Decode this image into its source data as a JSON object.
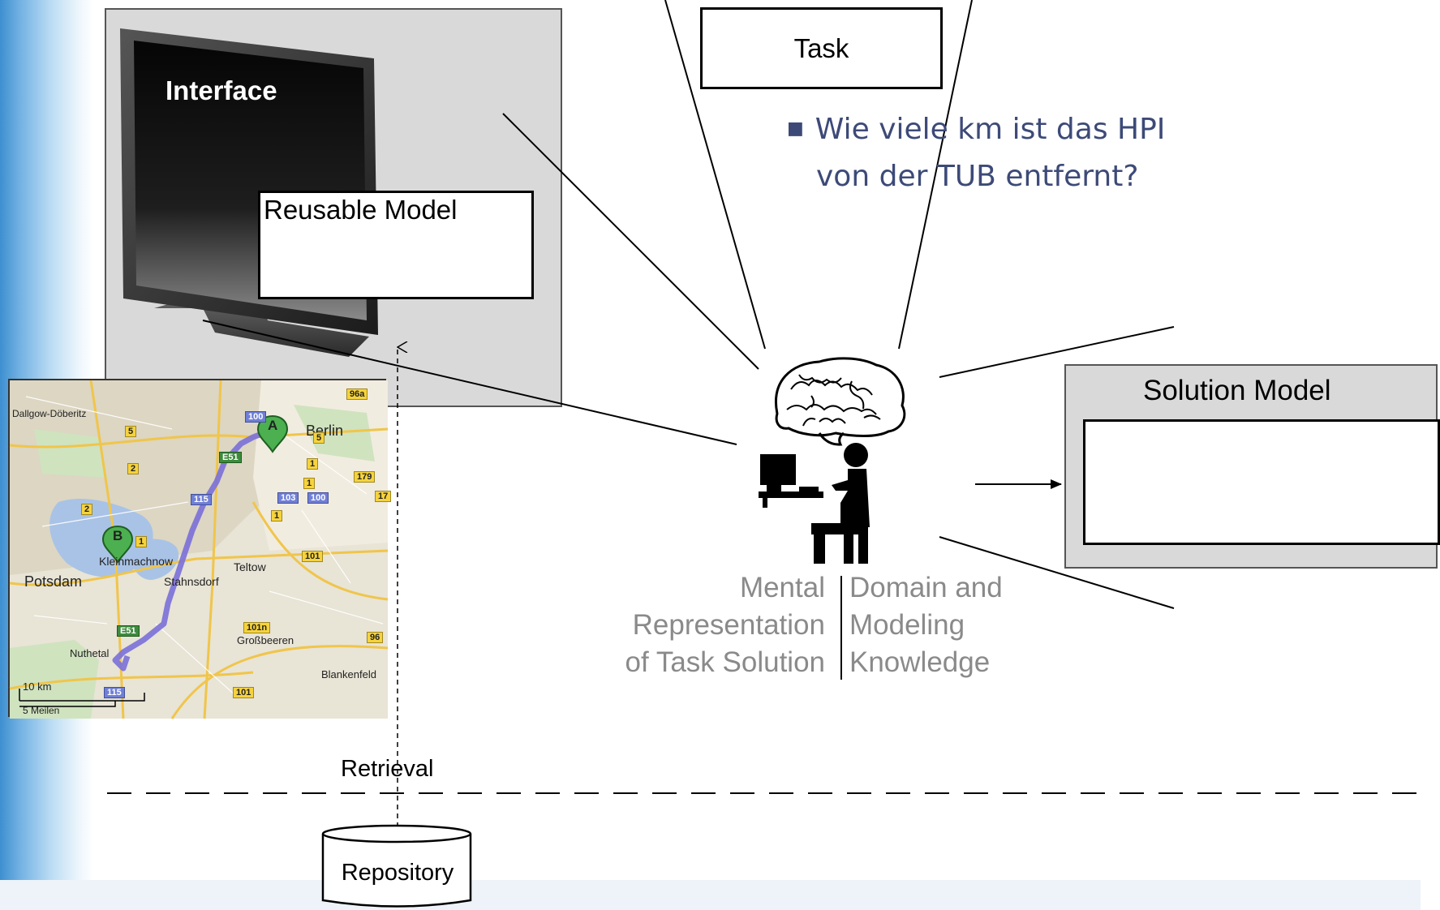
{
  "diagram": {
    "interface": {
      "label": "Interface"
    },
    "reusable_model": {
      "title": "Reusable Model"
    },
    "task": {
      "label": "Task",
      "question_line1": "Wie viele km ist das HPI",
      "question_line2": "von der TUB entfernt?"
    },
    "solution_model": {
      "title": "Solution Model"
    },
    "mental_representation": [
      "Mental",
      "Representation",
      "of Task Solution"
    ],
    "domain_knowledge": [
      "Domain and",
      "Modeling",
      "Knowledge"
    ],
    "retrieval": {
      "label": "Retrieval"
    },
    "repository": {
      "label": "Repository"
    }
  },
  "map": {
    "cities": {
      "berlin": "Berlin",
      "potsdam": "Potsdam",
      "dallgow": "Dallgow-Döberitz",
      "kleinmachnow": "Kleinmachnow",
      "teltow": "Teltow",
      "stahnsdorf": "Stahnsdorf",
      "nuthetal": "Nuthetal",
      "grossbeeren": "Großbeeren",
      "blankenfelde": "Blankenfeld"
    },
    "markers": {
      "start": "A",
      "end": "B"
    },
    "road_numbers": {
      "r96a": "96a",
      "r100a": "100",
      "r5a": "5",
      "r5b": "5",
      "r2a": "2",
      "r2b": "2",
      "r1a": "1",
      "r1b": "1",
      "r1c": "1",
      "r1d": "1",
      "r179": "179",
      "r17": "17",
      "r103": "103",
      "r100b": "100",
      "r115a": "115",
      "r115b": "115",
      "r101a": "101",
      "r101b": "101",
      "r101n": "101n",
      "r96": "96",
      "e51a": "E51",
      "e51b": "E51"
    },
    "scale": {
      "km": "10 km",
      "miles": "5 Meilen"
    }
  },
  "colors": {
    "panel_gray": "#d9d9d9",
    "question_text": "#3d4a78",
    "gray_label": "#8a8a8a",
    "route": "#7a6fd8",
    "marker_green": "#4caf50"
  }
}
